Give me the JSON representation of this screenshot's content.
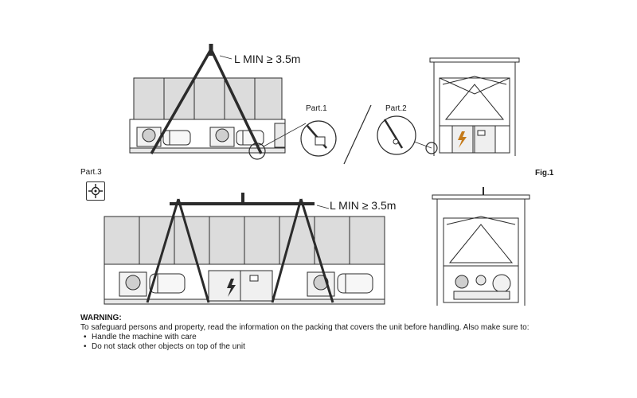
{
  "labels": {
    "lmin_top": "L MIN ≥ 3.5m",
    "lmin_bottom": "L MIN ≥ 3.5m",
    "part1": "Part.1",
    "part2": "Part.2",
    "part3": "Part.3",
    "fig": "Fig.1"
  },
  "icons": {
    "part3": "crosshair-target-icon",
    "hazard": "electrical-hazard-icon"
  },
  "warning": {
    "title": "WARNING:",
    "intro": "To safeguard persons and property, read the information on the packing that covers the unit before handling. Also make sure to:",
    "items": [
      "Handle the machine with care",
      "Do not stack other objects on top of the unit"
    ]
  },
  "colors": {
    "line": "#2b2b2b",
    "panel": "#d9d9d9",
    "hazard": "#c47a1a"
  }
}
